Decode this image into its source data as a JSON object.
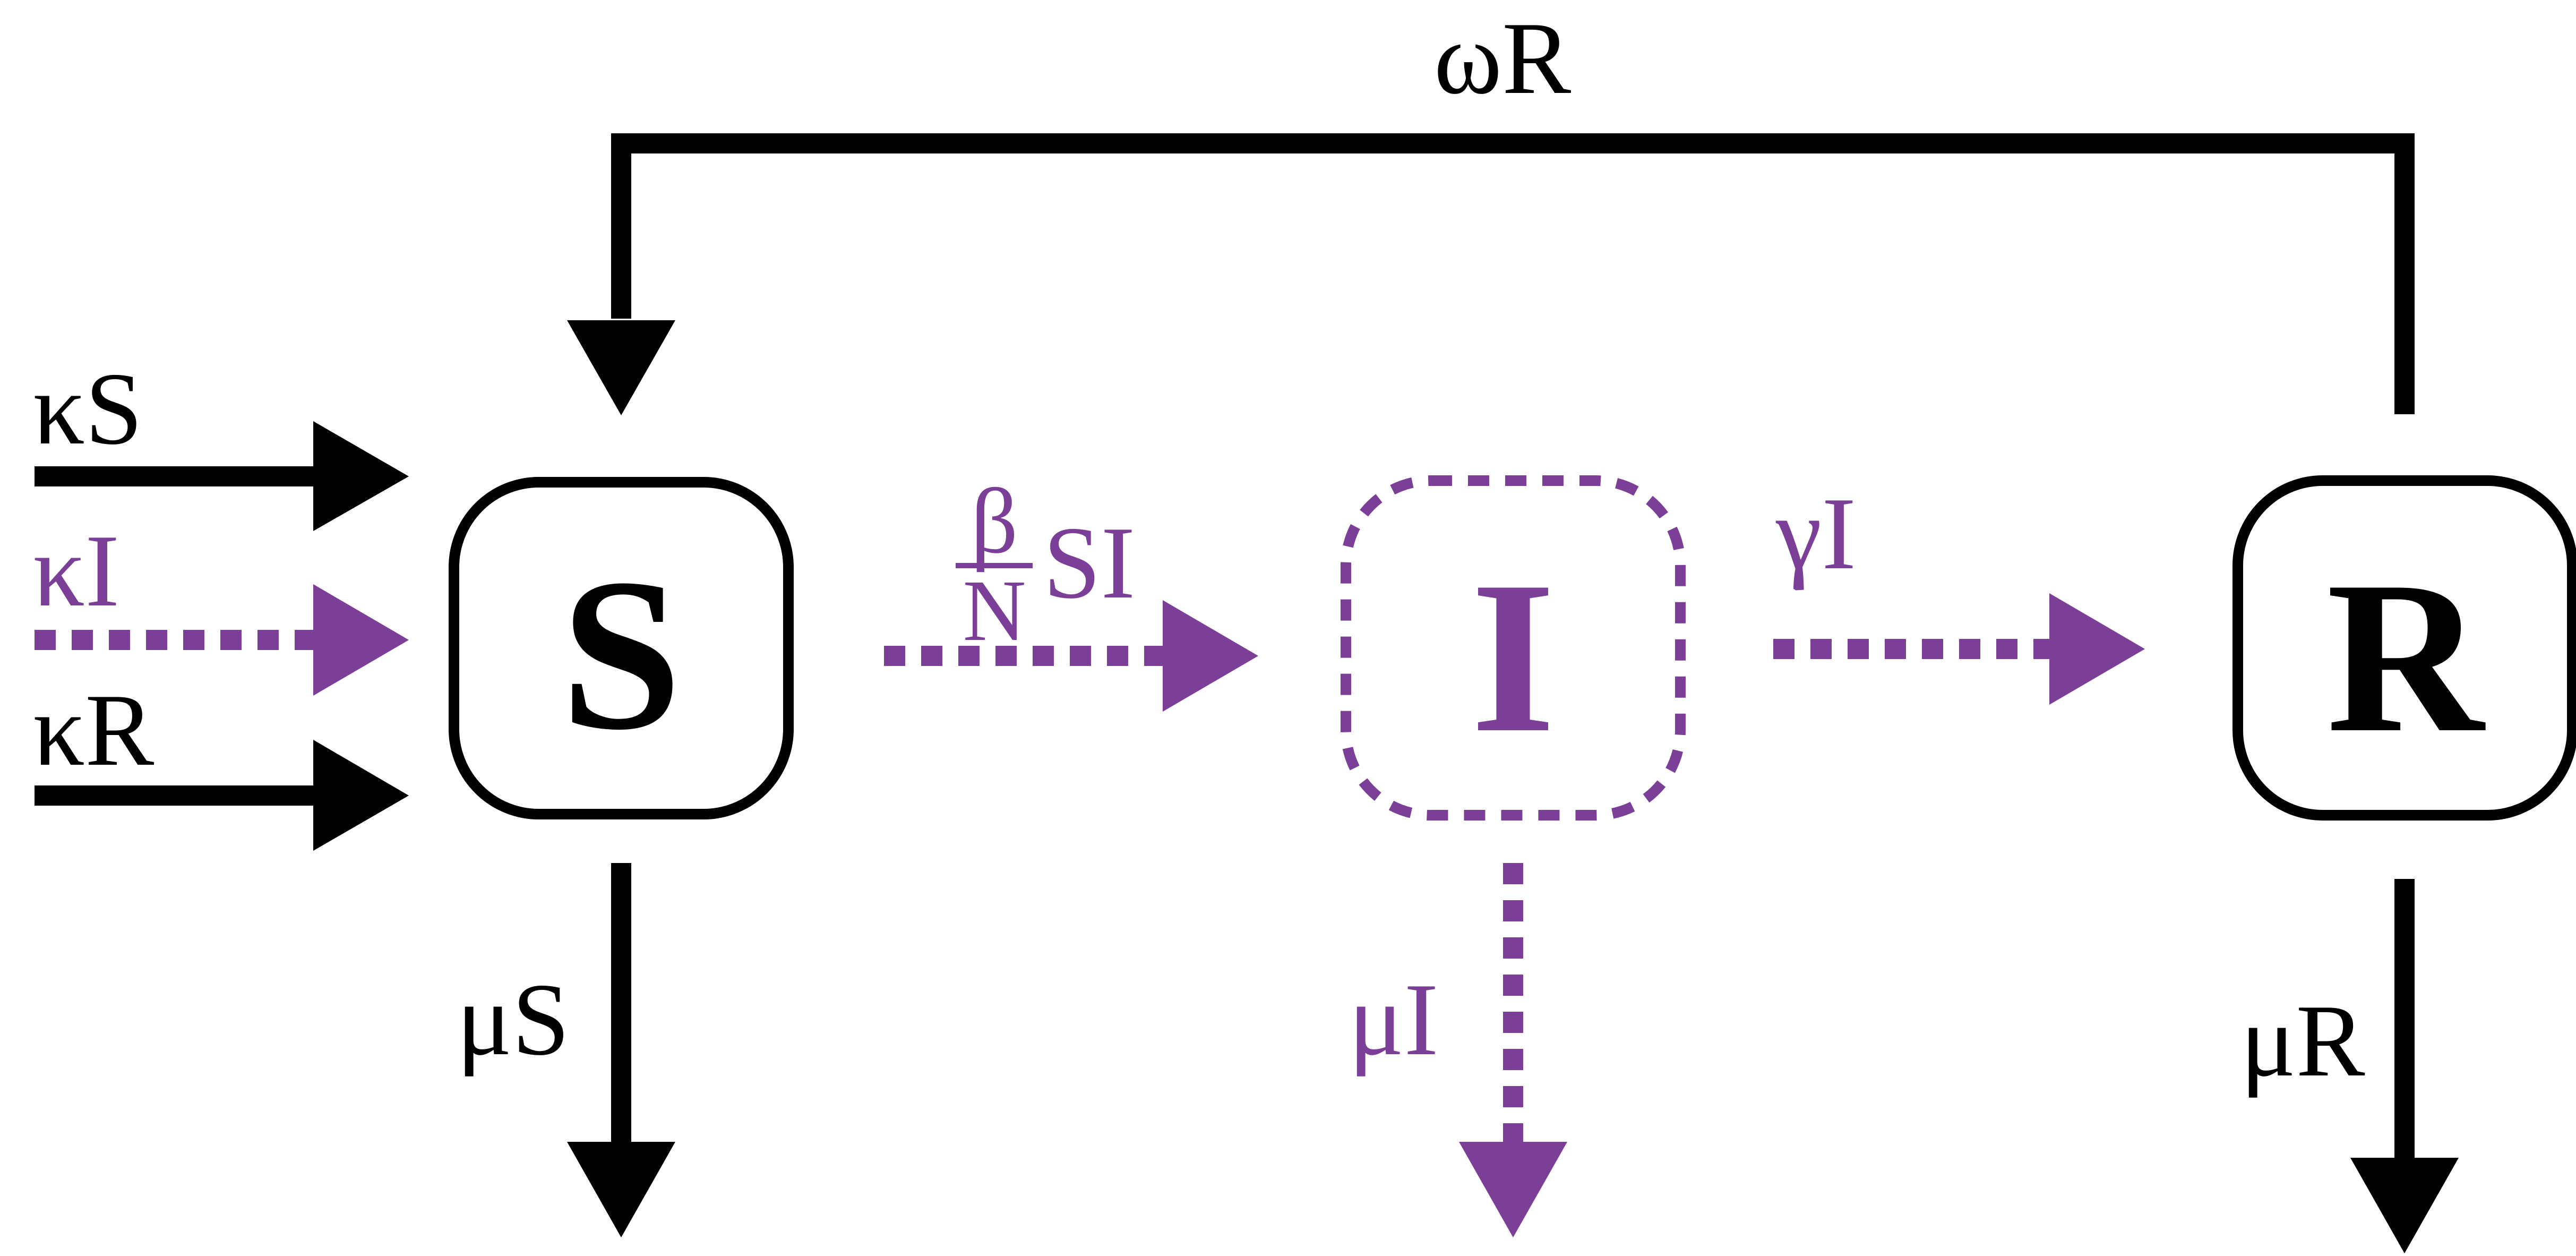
{
  "colors": {
    "solid": "#000000",
    "infected": "#7b3f98",
    "background": "#ffffff"
  },
  "nodes": {
    "S": {
      "label": "S",
      "style": "solid"
    },
    "I": {
      "label": "I",
      "style": "dashed"
    },
    "R": {
      "label": "R",
      "style": "solid"
    }
  },
  "flows": {
    "omega_R": "ωR",
    "kappa_S": "κS",
    "kappa_I": "κI",
    "kappa_R": "κR",
    "beta": "β",
    "N": "N",
    "SI": "SI",
    "gamma_I": "γI",
    "mu_S": "μS",
    "mu_I": "μI",
    "mu_R": "μR"
  }
}
